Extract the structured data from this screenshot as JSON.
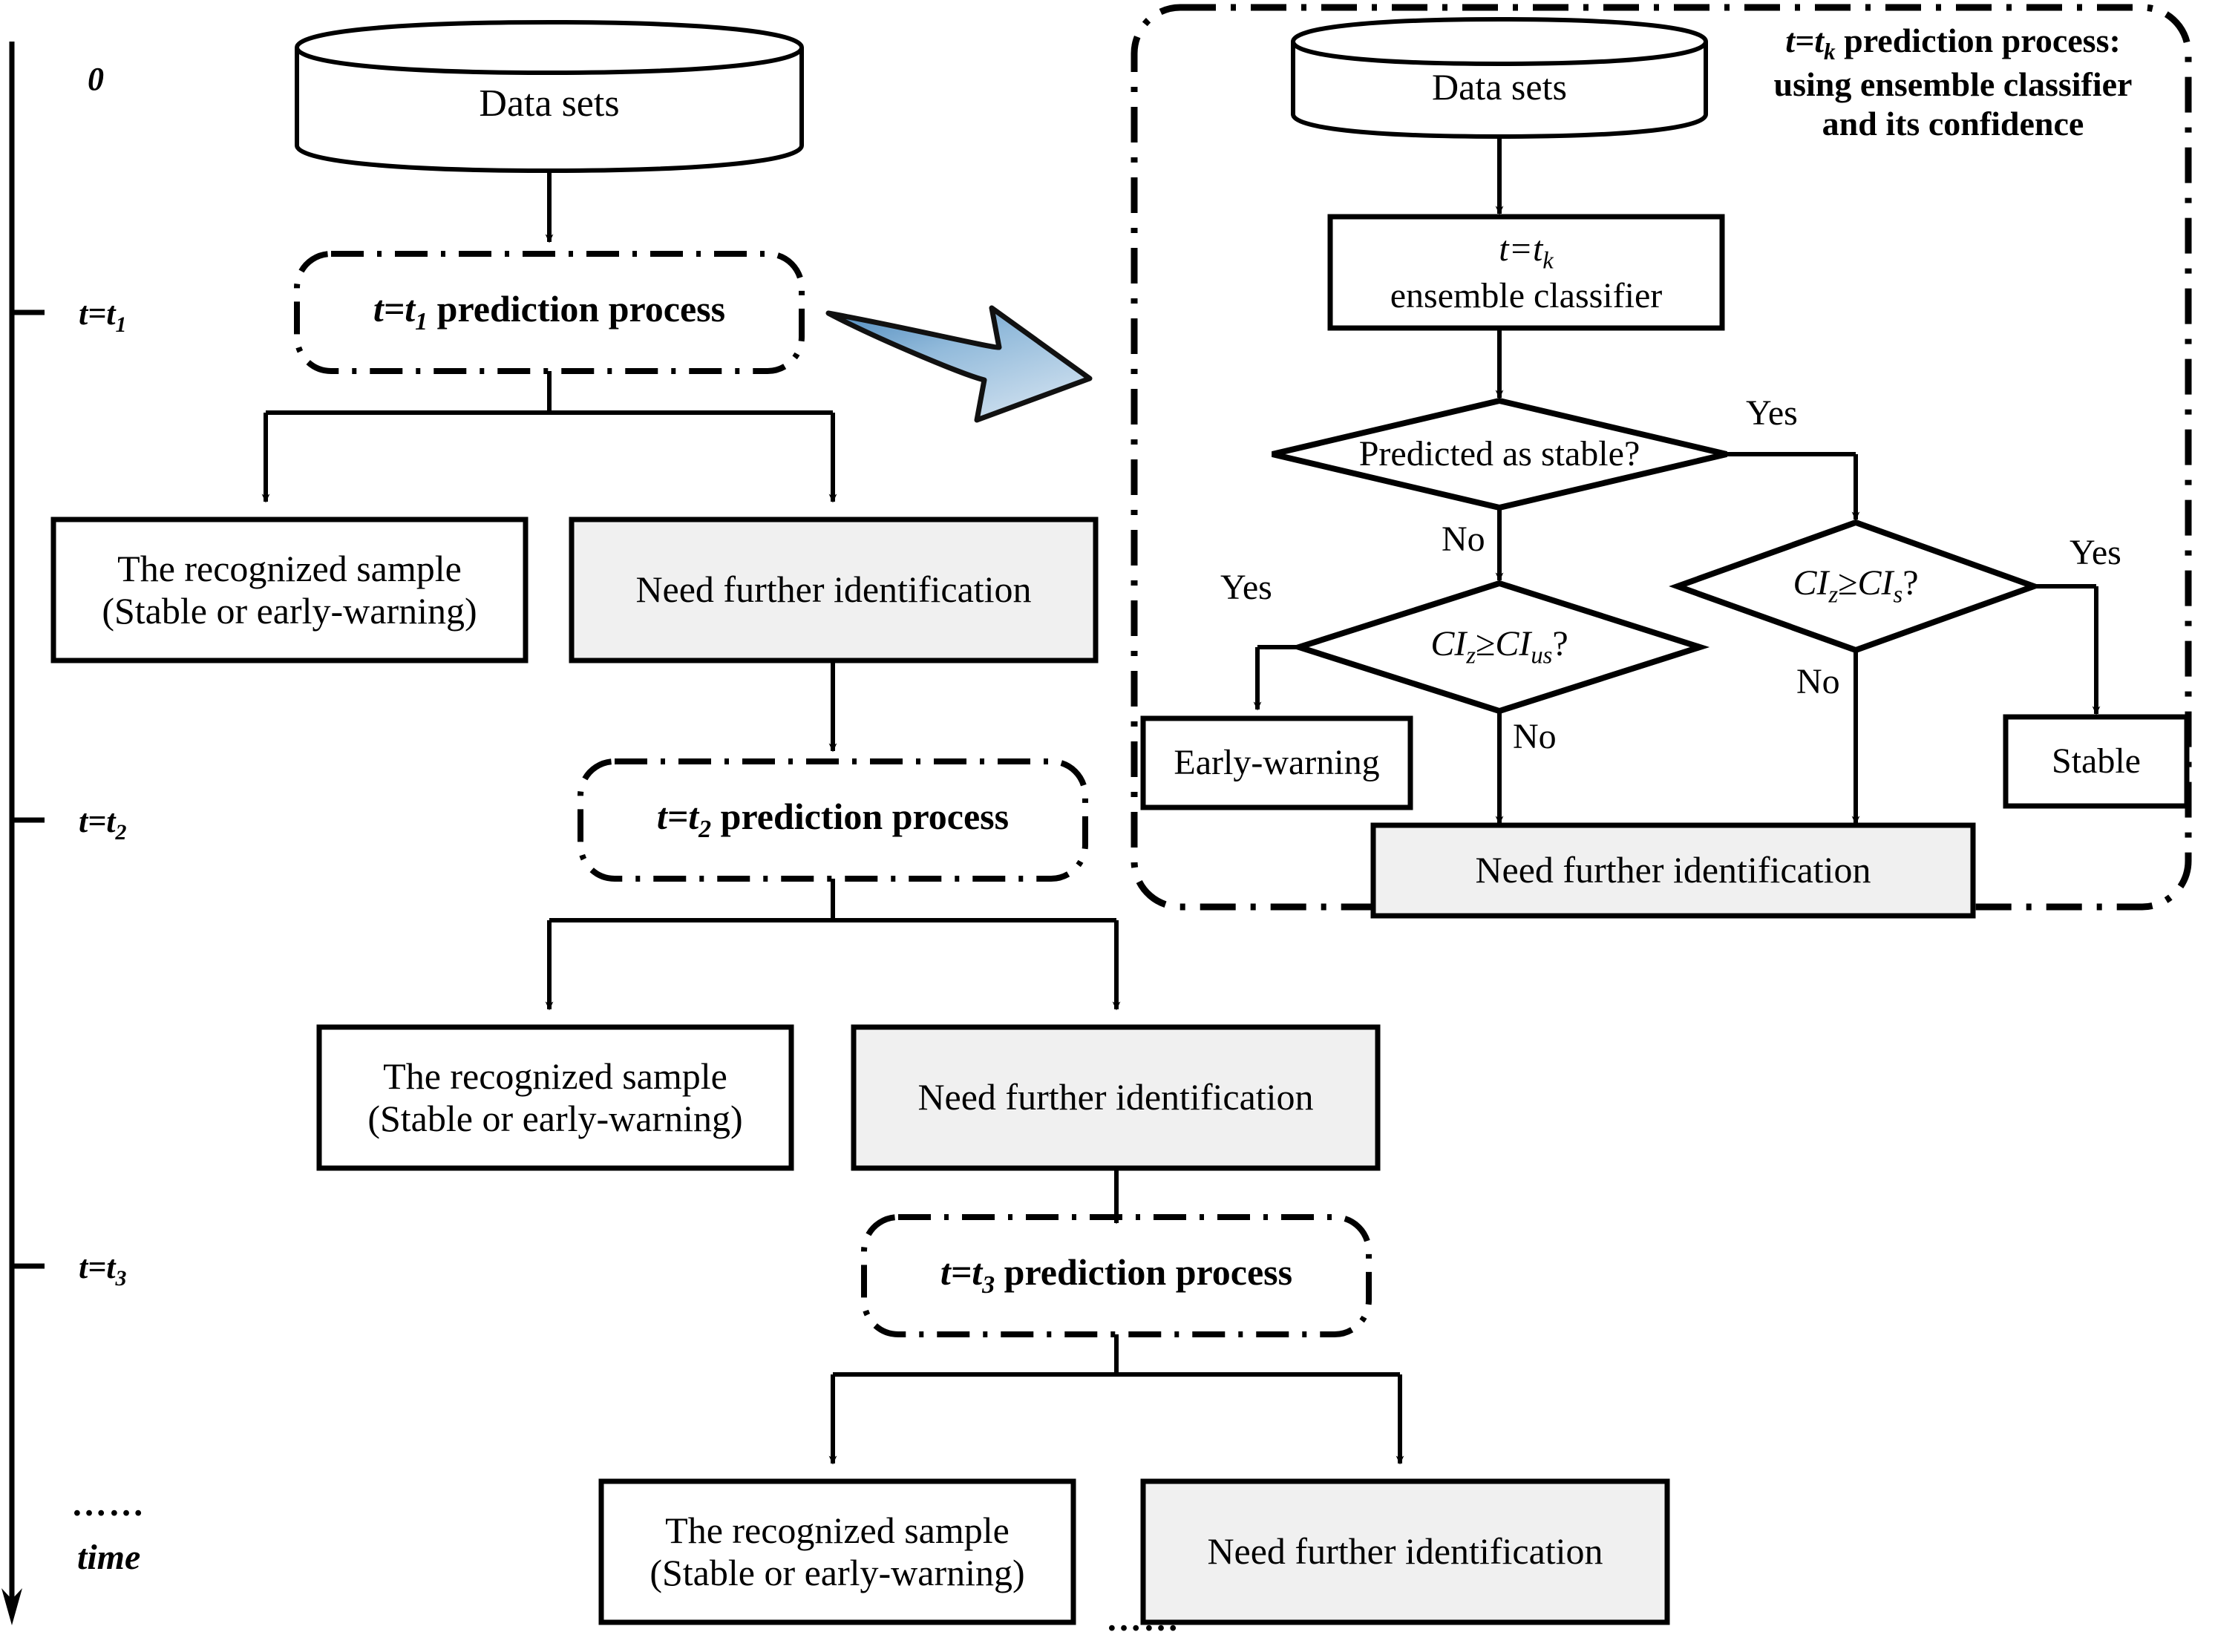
{
  "figure": {
    "type": "flowchart",
    "title_right_panel": "t=tk prediction process: using ensemble classifier and its confidence"
  },
  "timeline": {
    "name": "time-axis",
    "origin_label": "0",
    "axis_label": "time",
    "ellipsis": "……",
    "ticks": [
      {
        "label_prefix": "t=t",
        "label_sub": "1",
        "id": "t1"
      },
      {
        "label_prefix": "t=t",
        "label_sub": "2",
        "id": "t2"
      },
      {
        "label_prefix": "t=t",
        "label_sub": "3",
        "id": "t3"
      }
    ]
  },
  "left_panel": {
    "datastore": {
      "label": "Data sets"
    },
    "stages": [
      {
        "process": {
          "prefix": "t=t",
          "sub": "1",
          "suffix": " prediction process"
        },
        "recognized": {
          "line1": "The recognized sample",
          "line2": "(Stable or early-warning)"
        },
        "further": {
          "label": "Need further identification"
        }
      },
      {
        "process": {
          "prefix": "t=t",
          "sub": "2",
          "suffix": " prediction process"
        },
        "recognized": {
          "line1": "The recognized sample",
          "line2": "(Stable or early-warning)"
        },
        "further": {
          "label": "Need further identification"
        }
      },
      {
        "process": {
          "prefix": "t=t",
          "sub": "3",
          "suffix": " prediction process"
        },
        "recognized": {
          "line1": "The recognized sample",
          "line2": "(Stable or early-warning)"
        },
        "further": {
          "label": "Need further identification"
        }
      }
    ],
    "bottom_ellipsis": "……"
  },
  "right_panel": {
    "header": {
      "line1_prefix": "t=t",
      "line1_sub": "k",
      "line1_suffix": " prediction process:",
      "line2": "using ensemble classifier",
      "line3": "and its confidence"
    },
    "datastore": {
      "label": "Data sets"
    },
    "classifier": {
      "line1_prefix": "t=t",
      "line1_sub": "k",
      "line2": "ensemble classifier"
    },
    "decisions": [
      {
        "id": "predicted-as-stable",
        "label": "Predicted as stable?",
        "yes": "Yes",
        "no": "No"
      },
      {
        "id": "ci-z-ge-ci-us",
        "label_prefix": "CI",
        "label_sub1": "z",
        "label_op": "≥",
        "label_prefix2": "CI",
        "label_sub2": "us",
        "label_suffix": "?",
        "yes": "Yes",
        "no": "No"
      },
      {
        "id": "ci-z-ge-ci-s",
        "label_prefix": "CI",
        "label_sub1": "z",
        "label_op": "≥",
        "label_prefix2": "CI",
        "label_sub2": "s",
        "label_suffix": "?",
        "yes": "Yes",
        "no": "No"
      }
    ],
    "outcomes": [
      {
        "id": "early-warning",
        "label": "Early-warning"
      },
      {
        "id": "stable",
        "label": "Stable"
      },
      {
        "id": "need-further-identification",
        "label": "Need further identification"
      }
    ]
  },
  "colors": {
    "stroke": "#000000",
    "shaded_fill": "#f0f0f0",
    "plain_fill": "#ffffff",
    "arrow_blue_dark": "#5b93c4",
    "arrow_blue_light": "#c8dcec",
    "background": "#ffffff"
  }
}
